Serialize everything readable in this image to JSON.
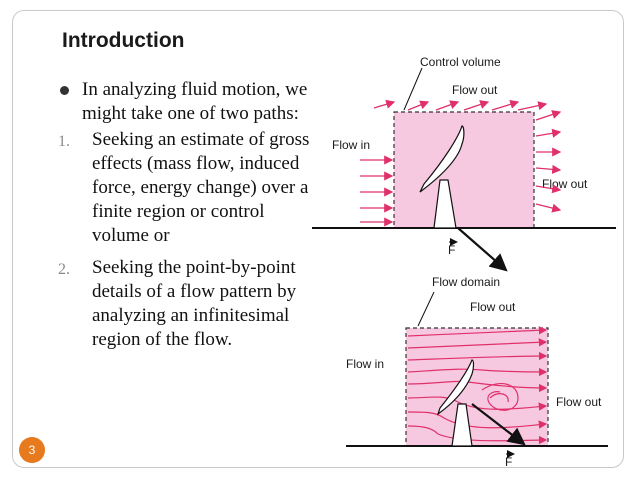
{
  "slide": {
    "title": "Introduction",
    "page_number": "3"
  },
  "content": {
    "bullet": "In analyzing fluid motion, we might take one of two paths:",
    "items": [
      {
        "marker": "1.",
        "text": "Seeking an estimate of gross effects (mass flow, induced force, energy change) over a finite region or control volume or"
      },
      {
        "marker": "2.",
        "text": "Seeking the point-by-point details of a flow pattern by analyzing an infinitesimal region of the flow."
      }
    ]
  },
  "diagram_top": {
    "control_volume_label": "Control volume",
    "flow_out_top_label": "Flow out",
    "flow_in_label": "Flow in",
    "flow_out_right_label": "Flow out",
    "force_label": "F"
  },
  "diagram_bottom": {
    "flow_domain_label": "Flow domain",
    "flow_out_top_label": "Flow out",
    "flow_in_label": "Flow in",
    "flow_out_right_label": "Flow out",
    "force_label": "F"
  },
  "colors": {
    "region_fill": "#f7c9e0",
    "arrow": "#e0306a",
    "badge": "#e87a1e"
  }
}
